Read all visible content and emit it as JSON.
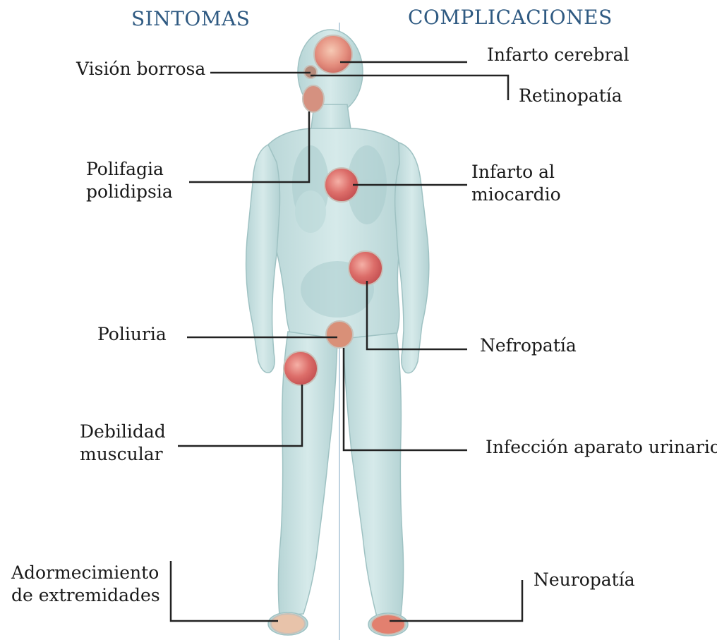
{
  "headings": {
    "left": "SINTOMAS",
    "right": "COMPLICACIONES"
  },
  "colors": {
    "heading": "#2f5a82",
    "body": "#c9e2e2",
    "body_shade": "#a9cccd",
    "organ": "#d9605f",
    "leader": "#222222",
    "divider": "#a8c4d6"
  },
  "symptoms": {
    "vision": "Visión borrosa",
    "hunger_1": "Polifagia",
    "hunger_2": "polidipsia",
    "urination": "Poliuria",
    "weakness_1": "Debilidad",
    "weakness_2": "muscular",
    "numbness_1": "Adormecimiento",
    "numbness_2": "de extremidades"
  },
  "complications": {
    "stroke": "Infarto cerebral",
    "retinopathy": "Retinopatía",
    "heart_1": "Infarto al",
    "heart_2": "miocardio",
    "nephropathy": "Nefropatía",
    "urinary": "Infección aparato urinario",
    "neuropathy": "Neuropatía"
  }
}
